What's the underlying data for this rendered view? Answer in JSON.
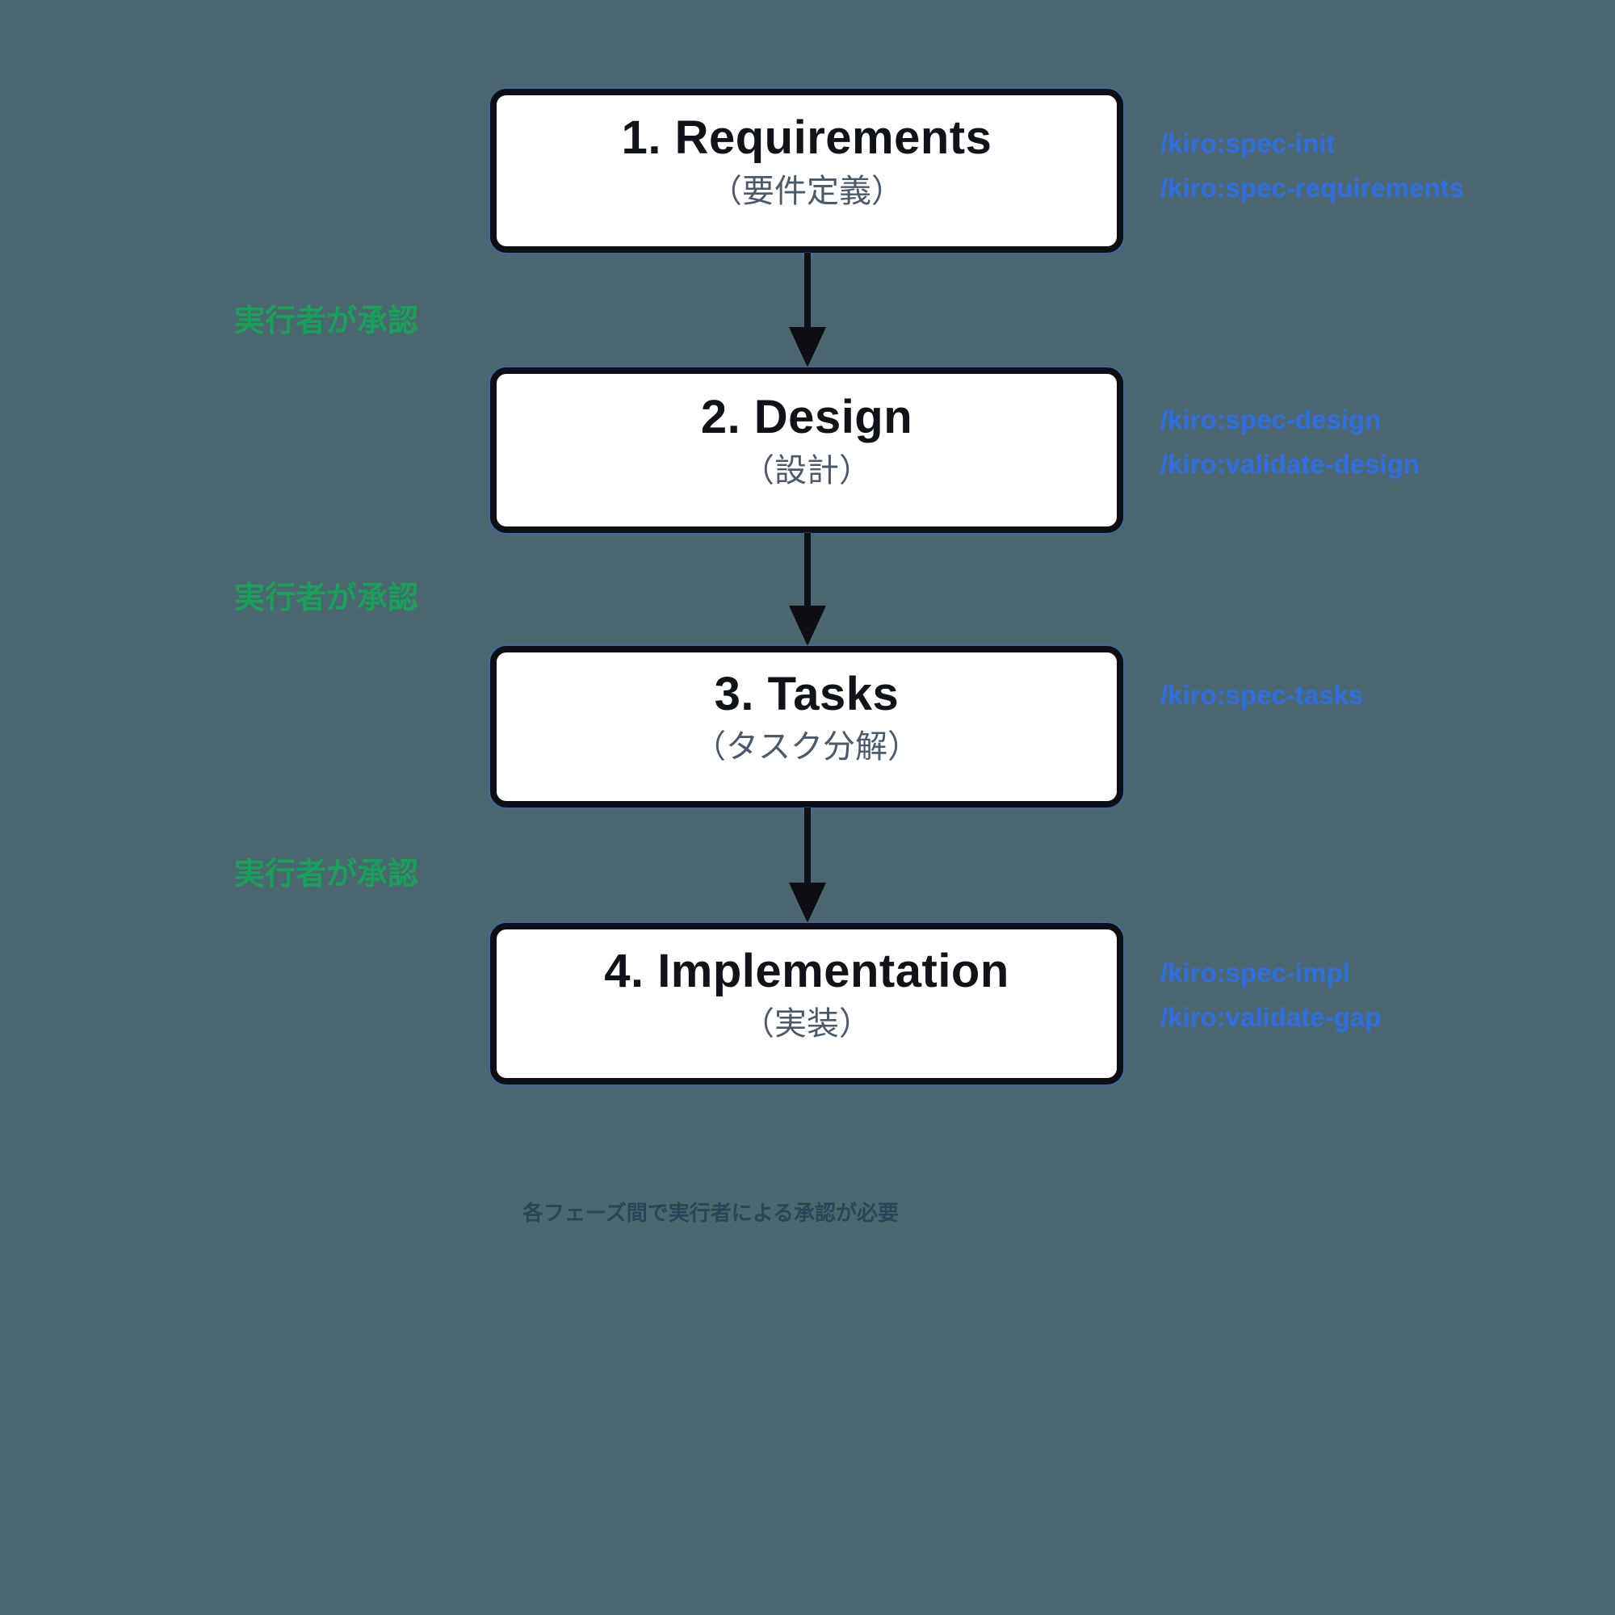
{
  "diagram": {
    "background_color": "#4C6670",
    "colors": {
      "command_text": "#2D6FE2",
      "approval_text": "#19A05A",
      "box_fill": "#FFFFFF",
      "box_border": "#0D0F12",
      "title_text": "#101318",
      "subtitle_text": "#4A5A6B",
      "footnote_text": "#2B4557"
    },
    "phases": [
      {
        "title": "1. Requirements",
        "subtitle": "（要件定義）",
        "commands": [
          "/kiro:spec-init",
          "/kiro:spec-requirements"
        ]
      },
      {
        "title": "2. Design",
        "subtitle": "（設計）",
        "commands": [
          "/kiro:spec-design",
          "/kiro:validate-design"
        ]
      },
      {
        "title": "3. Tasks",
        "subtitle": "（タスク分解）",
        "commands": [
          "/kiro:spec-tasks"
        ]
      },
      {
        "title": "4. Implementation",
        "subtitle": "（実装）",
        "commands": [
          "/kiro:spec-impl",
          "/kiro:validate-gap"
        ]
      }
    ],
    "approval_label": "実行者が承認",
    "footnote": "各フェーズ間で実行者による承認が必要"
  }
}
